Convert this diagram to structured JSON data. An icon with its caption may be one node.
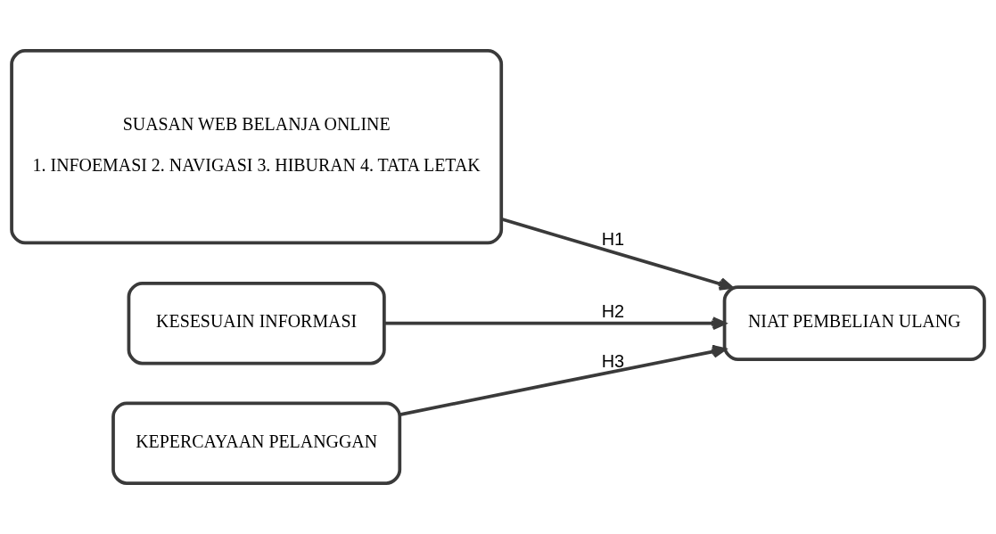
{
  "diagram": {
    "nodes": [
      {
        "text": [
          "SUASAN WEB BELANJA ONLINE",
          "1. INFOEMASI 2. NAVIGASI 3. HIBURAN 4. TATA LETAK"
        ]
      },
      {
        "text": [
          "KESESUAIN INFORMASI"
        ]
      },
      {
        "text": [
          "KEPERCAYAAN PELANGGAN"
        ]
      },
      {
        "text": [
          "NIAT PEMBELIAN ULANG"
        ]
      }
    ],
    "edges": [
      {
        "from": 0,
        "to": 3,
        "arrow": "to",
        "label": "H1"
      },
      {
        "from": 1,
        "to": 3,
        "arrow": "to",
        "label": "H2"
      },
      {
        "from": 2,
        "to": 3,
        "arrow": "to",
        "label": "H3"
      }
    ]
  }
}
